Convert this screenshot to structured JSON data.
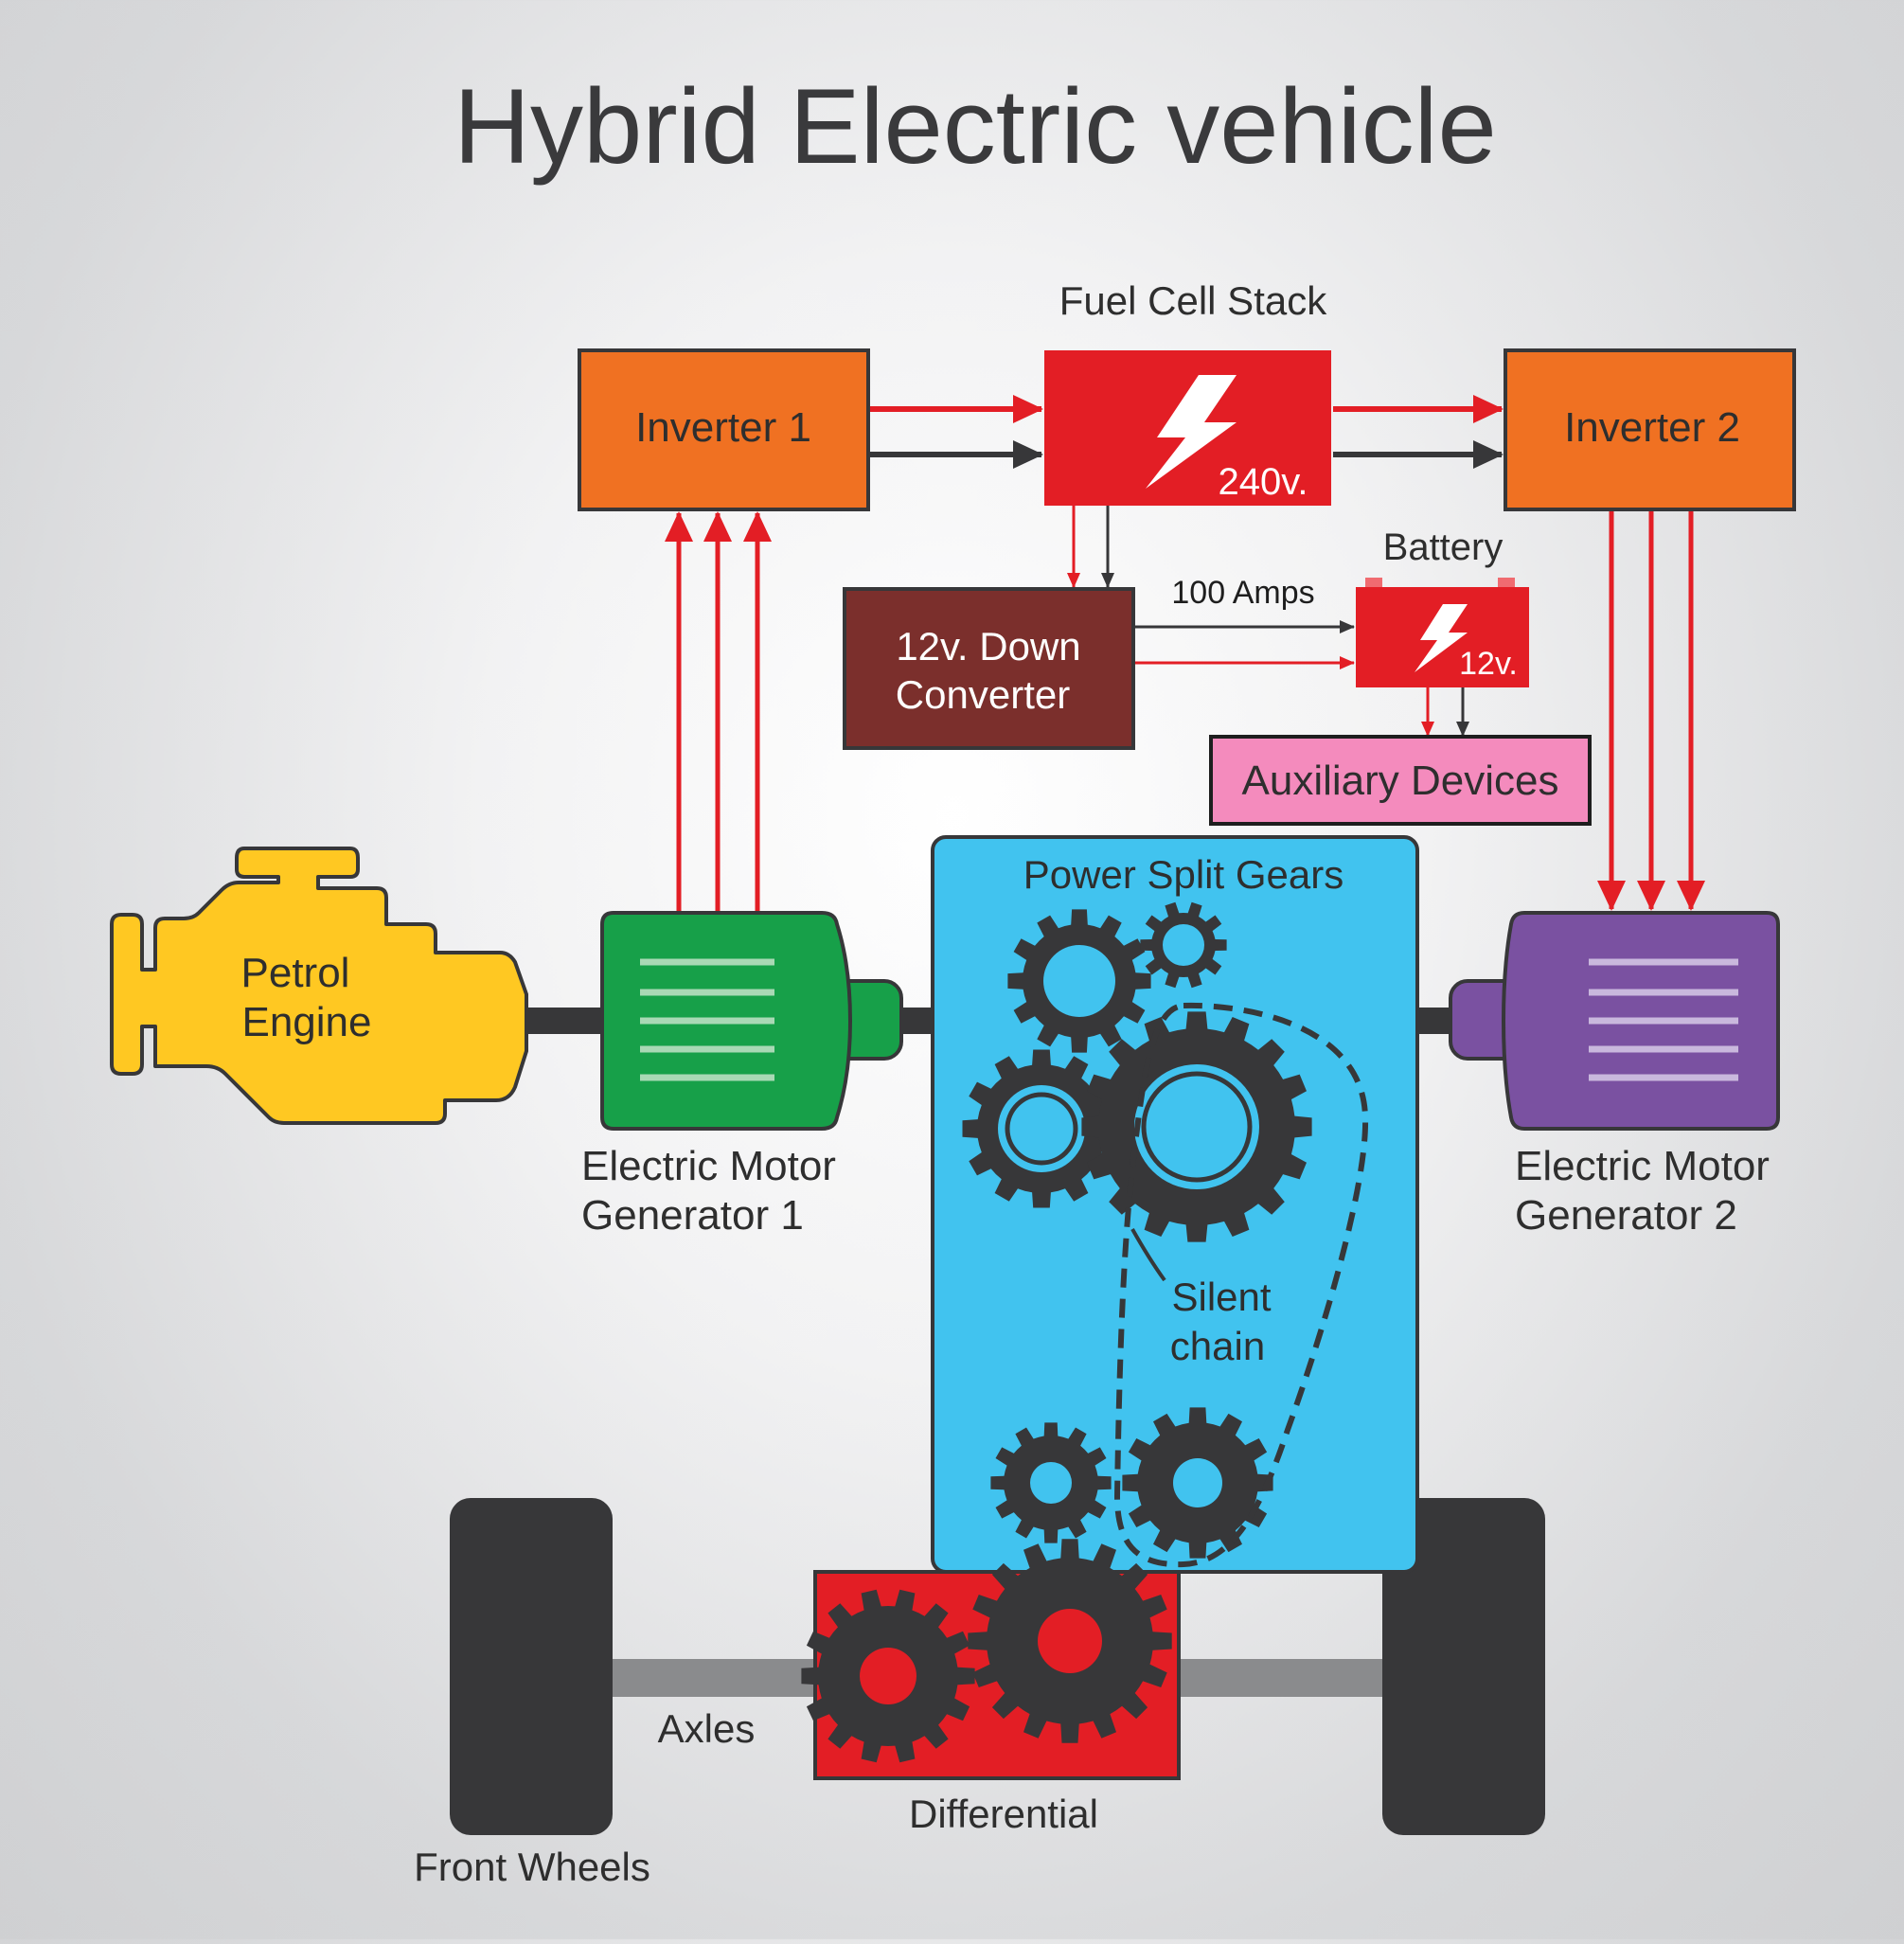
{
  "title": "Hybrid Electric vehicle",
  "labels": {
    "fuel_cell_stack": "Fuel Cell Stack",
    "fuel_cell_voltage": "240v.",
    "inverter_1": "Inverter 1",
    "inverter_2": "Inverter 2",
    "down_converter_line1": "12v. Down",
    "down_converter_line2": "Converter",
    "amps": "100 Amps",
    "battery": "Battery",
    "battery_voltage": "12v.",
    "auxiliary_devices": "Auxiliary Devices",
    "petrol_engine_line1": "Petrol",
    "petrol_engine_line2": "Engine",
    "motor_gen_1_line1": "Electric Motor",
    "motor_gen_1_line2": "Generator 1",
    "motor_gen_2_line1": "Electric Motor",
    "motor_gen_2_line2": "Generator 2",
    "power_split_gears": "Power Split Gears",
    "silent_chain_line1": "Silent",
    "silent_chain_line2": "chain",
    "axles": "Axles",
    "differential": "Differential",
    "front_wheels": "Front Wheels"
  },
  "icons": [
    "lightning-bolt-icon",
    "gear-icon",
    "engine-icon",
    "wheel-icon"
  ],
  "colors": {
    "inverter": "#f07122",
    "fuel_cell": "#e31e25",
    "down_converter": "#7b2f2c",
    "battery": "#e31e25",
    "auxiliary": "#f48bbd",
    "engine": "#ffc822",
    "motor_gen_1": "#17a049",
    "motor_gen_2": "#7a51a1",
    "power_split": "#41c3ef",
    "differential": "#e31e25",
    "gear": "#373739",
    "wire_red": "#e31e25",
    "wire_dark": "#373739"
  }
}
